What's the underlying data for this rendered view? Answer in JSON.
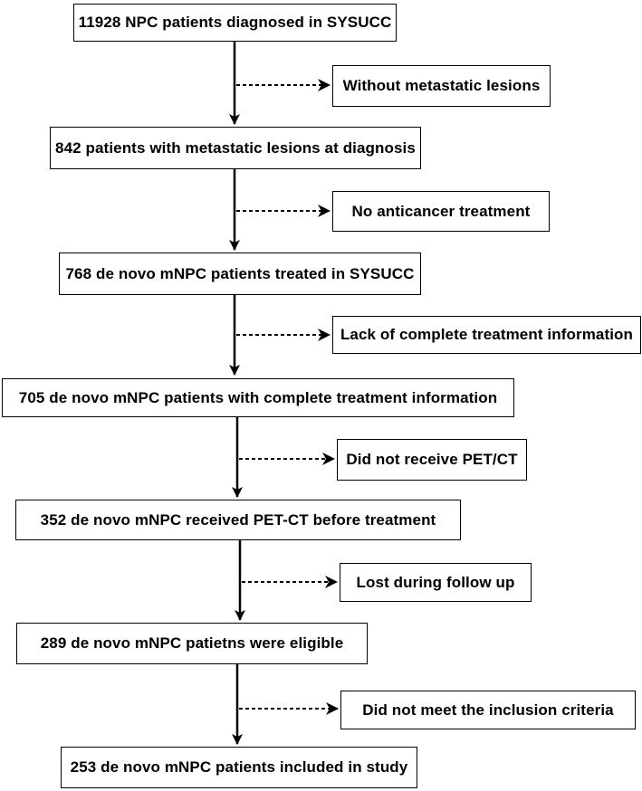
{
  "flowchart": {
    "main_steps": [
      "11928 NPC patients diagnosed in SYSUCC",
      "842 patients with metastatic lesions at diagnosis",
      "768 de novo mNPC patients treated in SYSUCC",
      "705 de novo mNPC patients with complete treatment information",
      "352 de novo mNPC received PET-CT before treatment",
      "289 de novo mNPC patietns were eligible",
      "253 de novo mNPC patients included in study"
    ],
    "exclusions": [
      "Without metastatic lesions",
      "No anticancer treatment",
      "Lack of complete treatment information",
      "Did not receive PET/CT",
      "Lost during follow up",
      "Did not meet the inclusion criteria"
    ]
  }
}
